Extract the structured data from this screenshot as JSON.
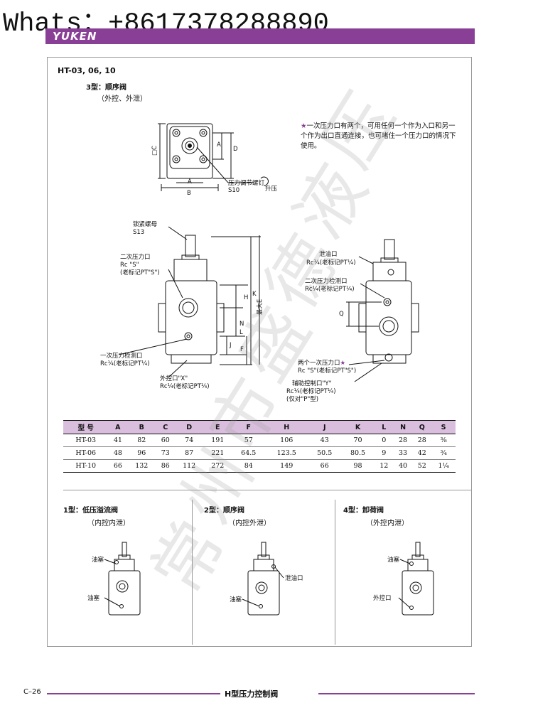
{
  "overlay": {
    "contact": "Whats：+8617378288890"
  },
  "header": {
    "brand": "YUKEN",
    "brand_color": "#8a3f97"
  },
  "diagram": {
    "model": "HT-03, 06, 10",
    "type_title": "3型：顺序阀",
    "type_sub": "（外控、外泄）",
    "note_star": "★",
    "note": "一次压力口有两个，可用任何一个作为入口和另一个作为出口直通连接，也可堵住一个压力口的情况下使用。",
    "labels": {
      "C": "□C",
      "A": "A",
      "D": "D",
      "B": "B",
      "A2": "A",
      "adjust_screw": "压力调节螺钉",
      "S10": "S10",
      "raise": "升压",
      "lock_nut": "锁紧螺母",
      "S13": "S13",
      "secondary_port": "二次压力口",
      "rc_s": "Rc \"S\"",
      "old_s": "(老标记PT\"S\")",
      "primary_check": "一次压力检测口",
      "rc_quarter": "Rc¼(老标记PT¼)",
      "pilot_x": "外控口\"X\"",
      "rc_quarter2": "Rc¼(老标记PT¼)",
      "drain": "泄油口",
      "rc_quarter3": "Rc¼(老标记PT¼)",
      "secondary_check": "二次压力检测口",
      "rc_quarter4": "Rc¼(老标记PT¼)",
      "two_primary": "两个一次压力口",
      "two_primary_star": "★",
      "rc_s2": "Rc \"S\"(老标记PT\"S\")",
      "aux_y": "辅助控制口\"Y\"",
      "rc_quarter5": "Rc¼(老标记PT¼)",
      "only_p": "(仅对\"P\"型)",
      "H": "H",
      "E": "最大E",
      "K": "K",
      "N": "N",
      "L": "L",
      "J": "J",
      "F": "F",
      "Q": "Q"
    }
  },
  "table": {
    "headers": [
      "型 号",
      "A",
      "B",
      "C",
      "D",
      "E",
      "F",
      "H",
      "J",
      "K",
      "L",
      "N",
      "Q",
      "S"
    ],
    "rows": [
      [
        "HT-03",
        "41",
        "82",
        "60",
        "74",
        "191",
        "57",
        "106",
        "43",
        "70",
        "0",
        "28",
        "28",
        "⅜"
      ],
      [
        "HT-06",
        "48",
        "96",
        "73",
        "87",
        "221",
        "64.5",
        "123.5",
        "50.5",
        "80.5",
        "9",
        "33",
        "42",
        "¾"
      ],
      [
        "HT-10",
        "66",
        "132",
        "86",
        "112",
        "272",
        "84",
        "149",
        "66",
        "98",
        "12",
        "40",
        "52",
        "1¼"
      ]
    ]
  },
  "panels": [
    {
      "title": "1型：低压溢流阀",
      "sub": "（内控内泄）",
      "label1": "油塞",
      "label2": "油塞"
    },
    {
      "title": "2型：顺序阀",
      "sub": "（内控外泄）",
      "label1": "泄油口",
      "label2": "油塞"
    },
    {
      "title": "4型：卸荷阀",
      "sub": "（外控内泄）",
      "label1": "油塞",
      "label2": "外控口"
    }
  ],
  "watermark": [
    "常",
    "州",
    "市",
    "盛",
    "德",
    "液",
    "压"
  ],
  "footer": {
    "page": "C–26",
    "title": "H型压力控制阀"
  }
}
